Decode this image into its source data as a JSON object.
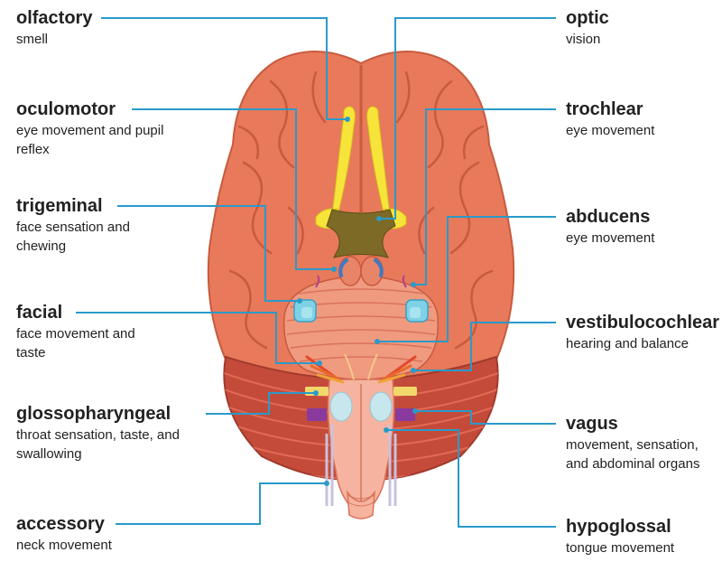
{
  "colors": {
    "leader_line": "#2a9ac9",
    "brain_fill": "#e8795a",
    "brain_shade": "#c85a3e",
    "cerebellum": "#c44b3a",
    "brainstem": "#f2a38a",
    "optic_nerve": "#f7e43a",
    "chiasm": "#7d6a26",
    "nerve_blue": "#7fd2e6",
    "nerve_purple": "#8a3a9e"
  },
  "nerves": [
    {
      "id": "olfactory",
      "name": "olfactory",
      "desc": "smell"
    },
    {
      "id": "oculomotor",
      "name": "oculomotor",
      "desc": "eye movement and pupil reflex"
    },
    {
      "id": "trigeminal",
      "name": "trigeminal",
      "desc": "face sensation and chewing"
    },
    {
      "id": "facial",
      "name": "facial",
      "desc": "face movement and taste"
    },
    {
      "id": "glossopharyngeal",
      "name": "glossopharyngeal",
      "desc": "throat sensation, taste, and swallowing"
    },
    {
      "id": "accessory",
      "name": "accessory",
      "desc": "neck movement"
    },
    {
      "id": "optic",
      "name": "optic",
      "desc": "vision"
    },
    {
      "id": "trochlear",
      "name": "trochlear",
      "desc": "eye movement"
    },
    {
      "id": "abducens",
      "name": "abducens",
      "desc": "eye movement"
    },
    {
      "id": "vestibulocochlear",
      "name": "vestibulocochlear",
      "desc": "hearing and balance"
    },
    {
      "id": "vagus",
      "name": "vagus",
      "desc": "movement, sensation, and abdominal organs"
    },
    {
      "id": "hypoglossal",
      "name": "hypoglossal",
      "desc": "tongue movement"
    }
  ]
}
